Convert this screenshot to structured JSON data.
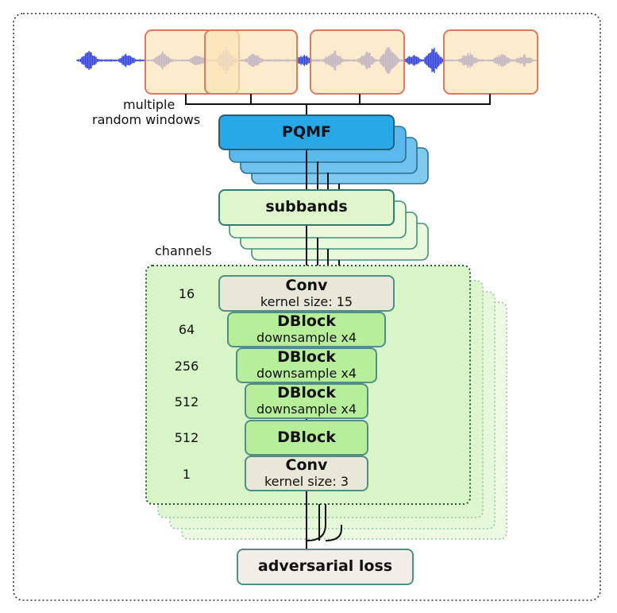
{
  "labels": {
    "windows_line1": "multiple",
    "windows_line2": "random windows",
    "pqmf": "PQMF",
    "subbands": "subbands",
    "channels": "channels",
    "loss": "adversarial loss"
  },
  "layers": [
    {
      "channels": "16",
      "title": "Conv",
      "subtitle": "kernel size: 15"
    },
    {
      "channels": "64",
      "title": "DBlock",
      "subtitle": "downsample x4"
    },
    {
      "channels": "256",
      "title": "DBlock",
      "subtitle": "downsample x4"
    },
    {
      "channels": "512",
      "title": "DBlock",
      "subtitle": "downsample x4"
    },
    {
      "channels": "512",
      "title": "DBlock",
      "subtitle": ""
    },
    {
      "channels": "1",
      "title": "Conv",
      "subtitle": "kernel size: 3"
    }
  ],
  "colors": {
    "waveform": "#3344dd",
    "window_fill": "#fbe3b8",
    "window_border": "#e07a5f",
    "pqmf_fill": "#29a8e8",
    "pqmf_border": "#1f5f7a",
    "subband_fill": "#dff5cc",
    "subband_border": "#2f7f6f",
    "panel_fill": "#d8f5c8",
    "conv_fill": "#e8e8d8",
    "dblock_fill": "#b7ee9a",
    "loss_fill": "#f2ede6"
  }
}
